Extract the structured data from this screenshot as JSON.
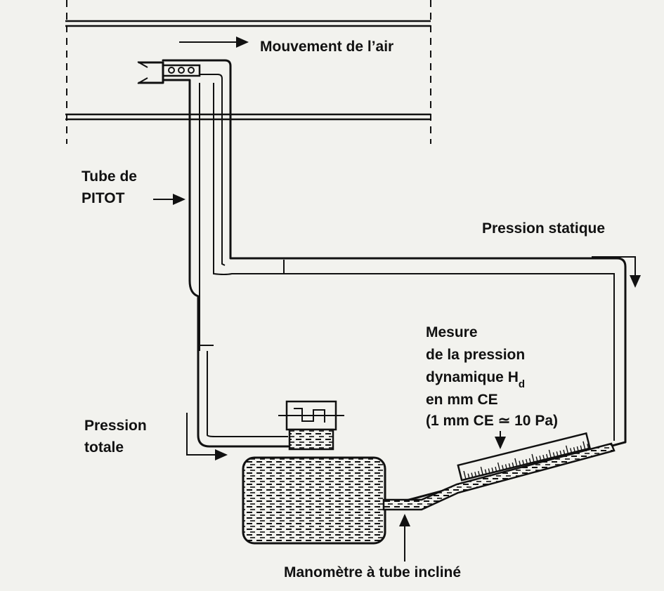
{
  "labels": {
    "air_movement": "Mouvement de l’air",
    "pitot_line1": "Tube de",
    "pitot_line2": "PITOT",
    "static_pressure": "Pression statique",
    "measure_line1": "Mesure",
    "measure_line2": "de la pression",
    "measure_line3": "dynamique H",
    "measure_line3_sub": "d",
    "measure_line4": "en mm CE",
    "measure_line5": "(1 mm CE ≃ 10 Pa)",
    "total_line1": "Pression",
    "total_line2": "totale",
    "manometer": "Manomètre à tube incliné"
  },
  "colors": {
    "background": "#f2f2ee",
    "ink": "#111111"
  }
}
